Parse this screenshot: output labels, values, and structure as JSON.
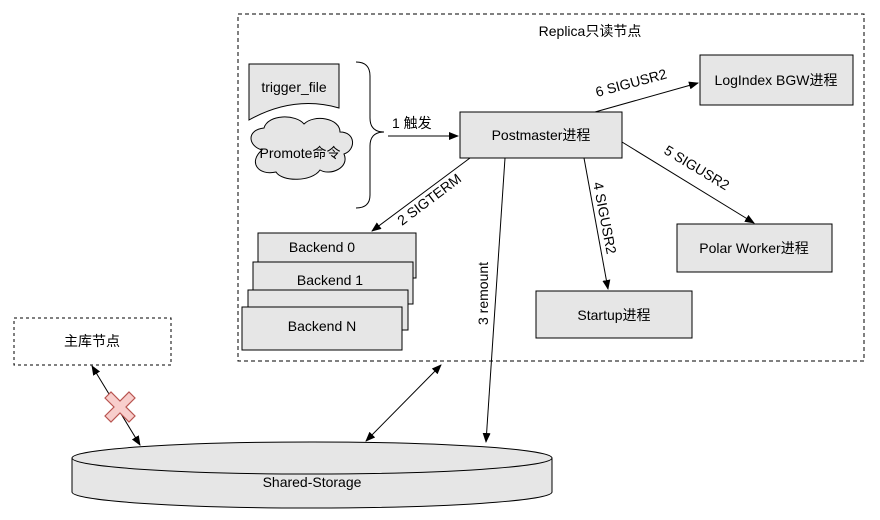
{
  "replica_region": {
    "title": "Replica只读节点"
  },
  "primary_node": {
    "label": "主库节点"
  },
  "shared_storage": {
    "label": "Shared-Storage"
  },
  "triggers": {
    "trigger_file": "trigger_file",
    "promote": "Promote命令"
  },
  "processes": {
    "postmaster": "Postmaster进程",
    "logindex": "LogIndex BGW进程",
    "polar_worker": "Polar Worker进程",
    "startup": "Startup进程"
  },
  "backends": [
    "Backend 0",
    "Backend 1",
    "",
    "Backend N"
  ],
  "edges": {
    "trigger": "1 触发",
    "sigterm": "2 SIGTERM",
    "remount": "3 remount",
    "startup_signal": "4 SIGUSR2",
    "polar_signal": "5 SIGUSR2",
    "logindex_signal": "6 SIGUSR2"
  },
  "colors": {
    "box_fill": "#e6e6e6",
    "cross_fill": "#f8cecc",
    "cross_stroke": "#b85450"
  }
}
